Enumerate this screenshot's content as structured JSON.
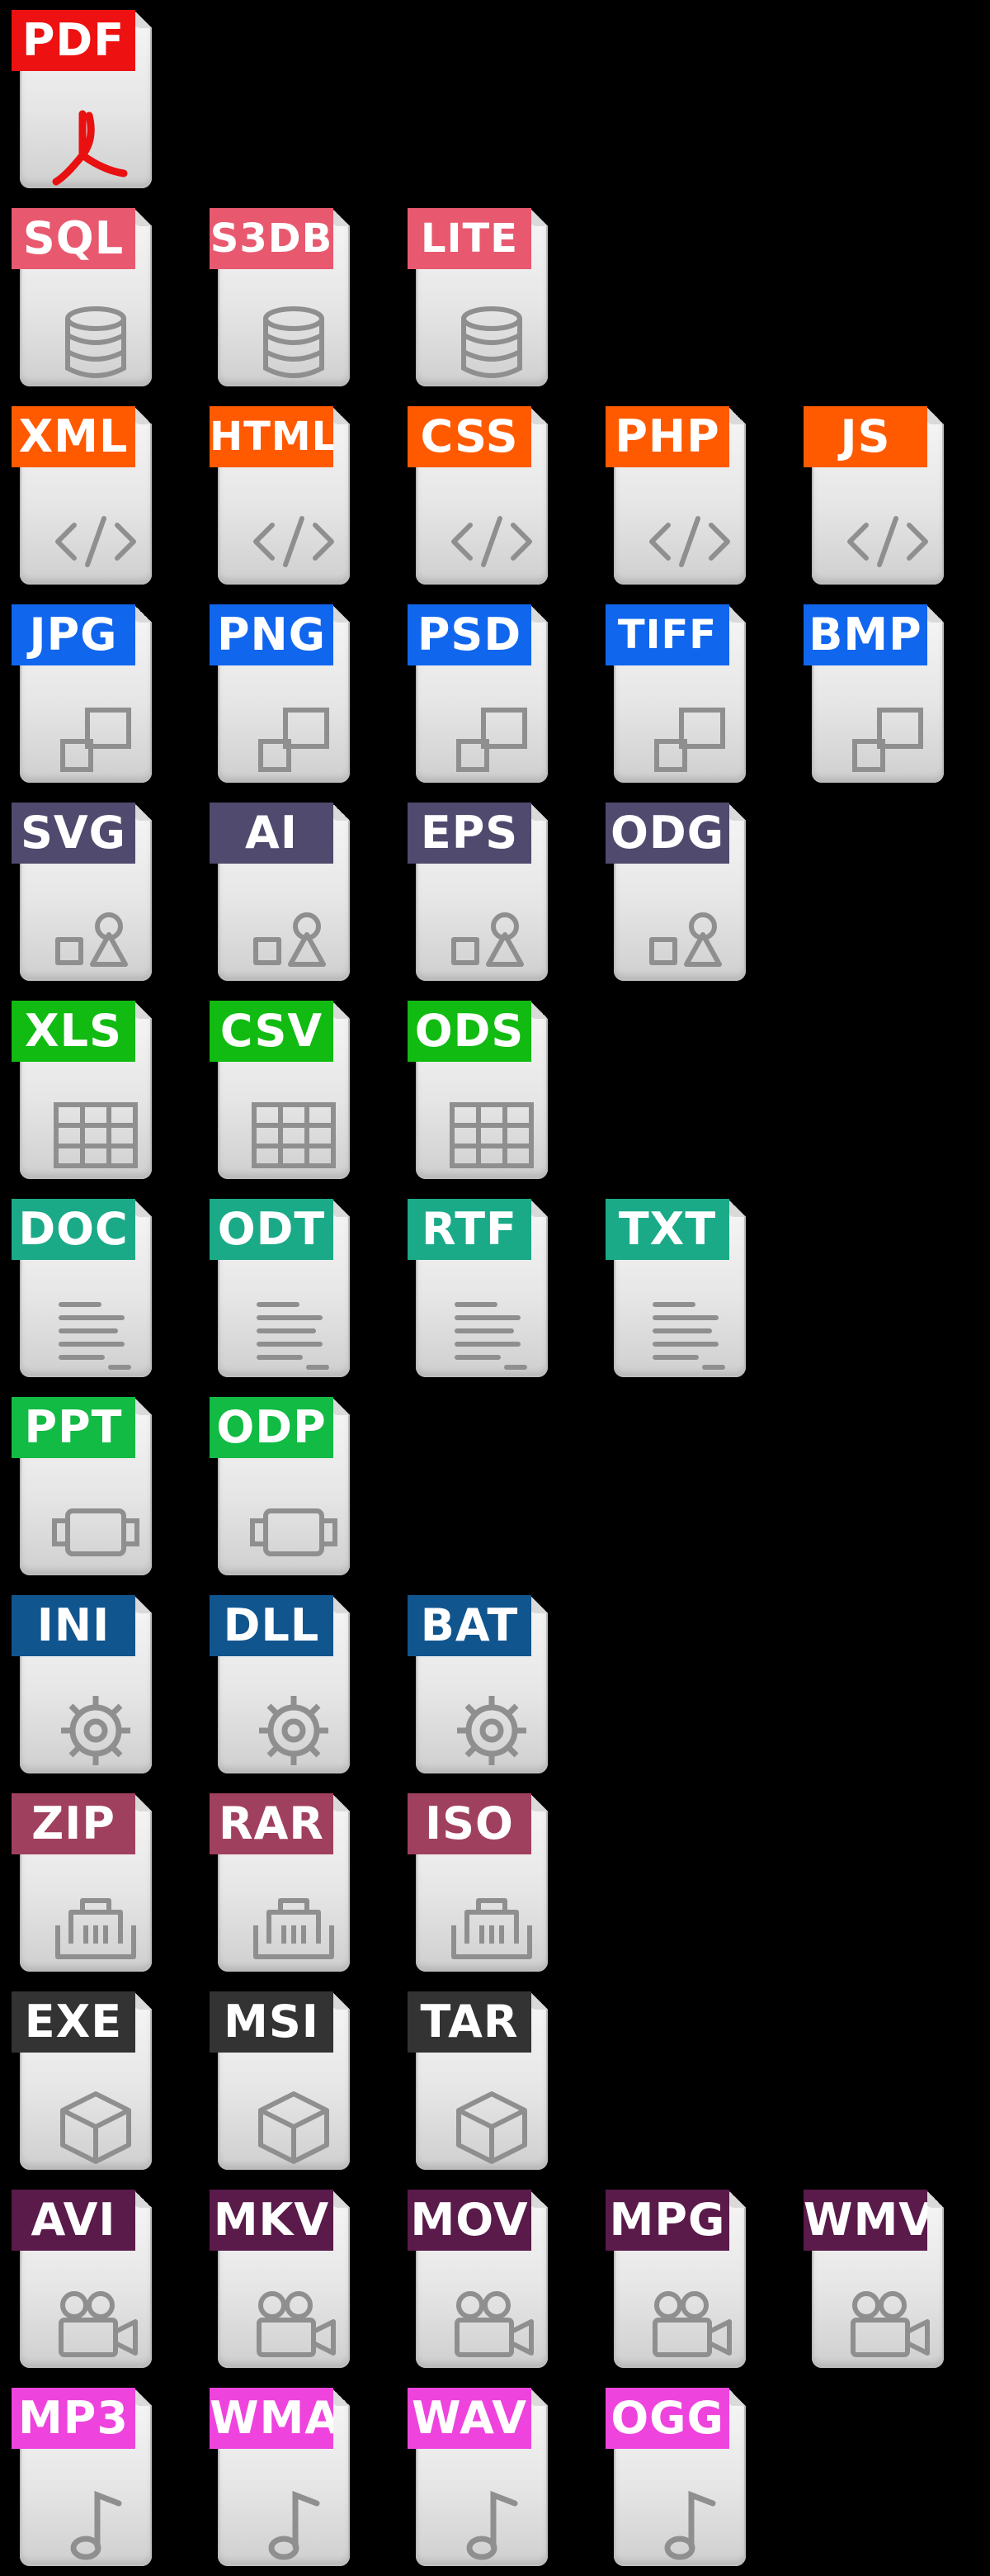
{
  "rows": [
    {
      "category": "pdf",
      "color": "#ee1111",
      "glyph": "pdf-icon",
      "items": [
        "PDF"
      ]
    },
    {
      "category": "database",
      "color": "#e8596f",
      "glyph": "database-icon",
      "items": [
        "SQL",
        "S3DB",
        "LITE"
      ]
    },
    {
      "category": "code",
      "color": "#ff5a00",
      "glyph": "code-icon",
      "items": [
        "XML",
        "HTML",
        "CSS",
        "PHP",
        "JS"
      ]
    },
    {
      "category": "raster-image",
      "color": "#1166ee",
      "glyph": "raster-image-icon",
      "items": [
        "JPG",
        "PNG",
        "PSD",
        "TIFF",
        "BMP"
      ]
    },
    {
      "category": "vector-image",
      "color": "#4f4a6e",
      "glyph": "vector-image-icon",
      "items": [
        "SVG",
        "AI",
        "EPS",
        "ODG"
      ]
    },
    {
      "category": "spreadsheet",
      "color": "#11bb11",
      "glyph": "spreadsheet-icon",
      "items": [
        "XLS",
        "CSV",
        "ODS"
      ]
    },
    {
      "category": "document",
      "color": "#1aaa88",
      "glyph": "document-icon",
      "items": [
        "DOC",
        "ODT",
        "RTF",
        "TXT"
      ]
    },
    {
      "category": "presentation",
      "color": "#11bb44",
      "glyph": "presentation-icon",
      "items": [
        "PPT",
        "ODP"
      ]
    },
    {
      "category": "system",
      "color": "#11558f",
      "glyph": "gear-icon",
      "items": [
        "INI",
        "DLL",
        "BAT"
      ]
    },
    {
      "category": "archive",
      "color": "#a0405f",
      "glyph": "archive-icon",
      "items": [
        "ZIP",
        "RAR",
        "ISO"
      ]
    },
    {
      "category": "executable",
      "color": "#333333",
      "glyph": "package-icon",
      "items": [
        "EXE",
        "MSI",
        "TAR"
      ]
    },
    {
      "category": "video",
      "color": "#5a1a4a",
      "glyph": "video-camera-icon",
      "items": [
        "AVI",
        "MKV",
        "MOV",
        "MPG",
        "WMV"
      ]
    },
    {
      "category": "audio",
      "color": "#ee44dd",
      "glyph": "music-note-icon",
      "items": [
        "MP3",
        "WMA",
        "WAV",
        "OGG"
      ]
    }
  ]
}
